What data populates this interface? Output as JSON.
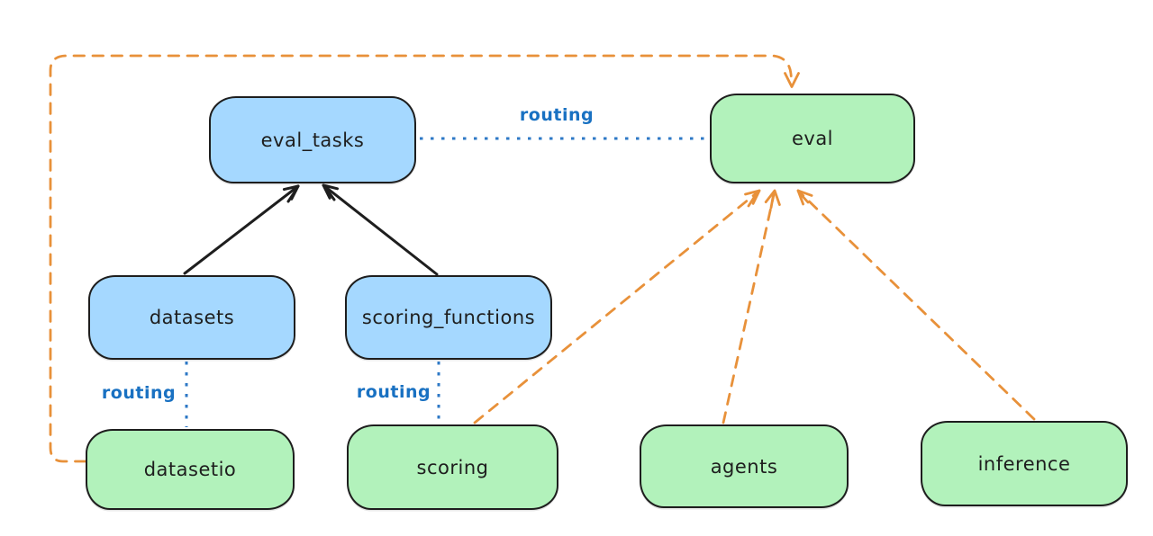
{
  "colors": {
    "background": "#ffffff",
    "node_stroke": "#1e1e1e",
    "blue_node_fill": "#a5d8ff",
    "green_node_fill": "#b2f2bb",
    "routing_blue": "#2e78c6",
    "orange_dashed": "#e8913a",
    "black_arrow": "#1e1e1e"
  },
  "nodes": [
    {
      "id": "eval_tasks",
      "label": "eval_tasks",
      "color": "blue"
    },
    {
      "id": "eval",
      "label": "eval",
      "color": "green"
    },
    {
      "id": "datasets",
      "label": "datasets",
      "color": "blue"
    },
    {
      "id": "scoring_functions",
      "label": "scoring_functions",
      "color": "blue"
    },
    {
      "id": "datasetio",
      "label": "datasetio",
      "color": "green"
    },
    {
      "id": "scoring",
      "label": "scoring",
      "color": "green"
    },
    {
      "id": "agents",
      "label": "agents",
      "color": "green"
    },
    {
      "id": "inference",
      "label": "inference",
      "color": "green"
    }
  ],
  "edges": [
    {
      "from": "datasets",
      "to": "eval_tasks",
      "style": "solid",
      "color": "black",
      "arrow": true
    },
    {
      "from": "scoring_functions",
      "to": "eval_tasks",
      "style": "solid",
      "color": "black",
      "arrow": true
    },
    {
      "from": "eval_tasks",
      "to": "eval",
      "style": "dotted",
      "color": "blue",
      "label": "routing"
    },
    {
      "from": "datasets",
      "to": "datasetio",
      "style": "dotted",
      "color": "blue",
      "label": "routing"
    },
    {
      "from": "scoring_functions",
      "to": "scoring",
      "style": "dotted",
      "color": "blue",
      "label": "routing"
    },
    {
      "from": "datasetio",
      "to": "eval",
      "style": "dashed",
      "color": "orange",
      "arrow": true,
      "route": "around-left-and-top"
    },
    {
      "from": "scoring",
      "to": "eval",
      "style": "dashed",
      "color": "orange",
      "arrow": true
    },
    {
      "from": "agents",
      "to": "eval",
      "style": "dashed",
      "color": "orange",
      "arrow": true
    },
    {
      "from": "inference",
      "to": "eval",
      "style": "dashed",
      "color": "orange",
      "arrow": true
    }
  ]
}
